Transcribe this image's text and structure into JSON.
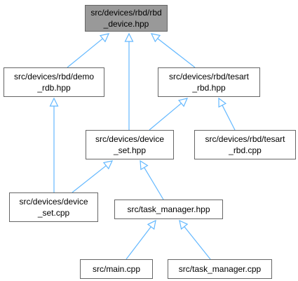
{
  "diagram": {
    "edge_color": "#63b8ff",
    "node_border_color": "#666666",
    "current_node_fill": "#999999",
    "nodes": [
      {
        "id": "rbd_device_hpp",
        "lines": [
          "src/devices/rbd/rbd",
          "_device.hpp"
        ],
        "current": true
      },
      {
        "id": "demo_rdb_hpp",
        "lines": [
          "src/devices/rbd/demo",
          "_rdb.hpp"
        ]
      },
      {
        "id": "tesart_rbd_hpp",
        "lines": [
          "src/devices/rbd/tesart",
          "_rbd.hpp"
        ]
      },
      {
        "id": "device_set_hpp",
        "lines": [
          "src/devices/device",
          "_set.hpp"
        ]
      },
      {
        "id": "tesart_rbd_cpp",
        "lines": [
          "src/devices/rbd/tesart",
          "_rbd.cpp"
        ]
      },
      {
        "id": "device_set_cpp",
        "lines": [
          "src/devices/device",
          "_set.cpp"
        ]
      },
      {
        "id": "task_manager_hpp",
        "lines": [
          "src/task_manager.hpp"
        ]
      },
      {
        "id": "main_cpp",
        "lines": [
          "src/main.cpp"
        ]
      },
      {
        "id": "task_manager_cpp",
        "lines": [
          "src/task_manager.cpp"
        ]
      }
    ],
    "edges": [
      {
        "from": "demo_rdb_hpp",
        "to": "rbd_device_hpp"
      },
      {
        "from": "device_set_hpp",
        "to": "rbd_device_hpp"
      },
      {
        "from": "tesart_rbd_hpp",
        "to": "rbd_device_hpp"
      },
      {
        "from": "device_set_hpp",
        "to": "tesart_rbd_hpp"
      },
      {
        "from": "tesart_rbd_cpp",
        "to": "tesart_rbd_hpp"
      },
      {
        "from": "device_set_cpp",
        "to": "demo_rdb_hpp"
      },
      {
        "from": "device_set_cpp",
        "to": "device_set_hpp"
      },
      {
        "from": "task_manager_hpp",
        "to": "device_set_hpp"
      },
      {
        "from": "main_cpp",
        "to": "task_manager_hpp"
      },
      {
        "from": "task_manager_cpp",
        "to": "task_manager_hpp"
      }
    ]
  }
}
